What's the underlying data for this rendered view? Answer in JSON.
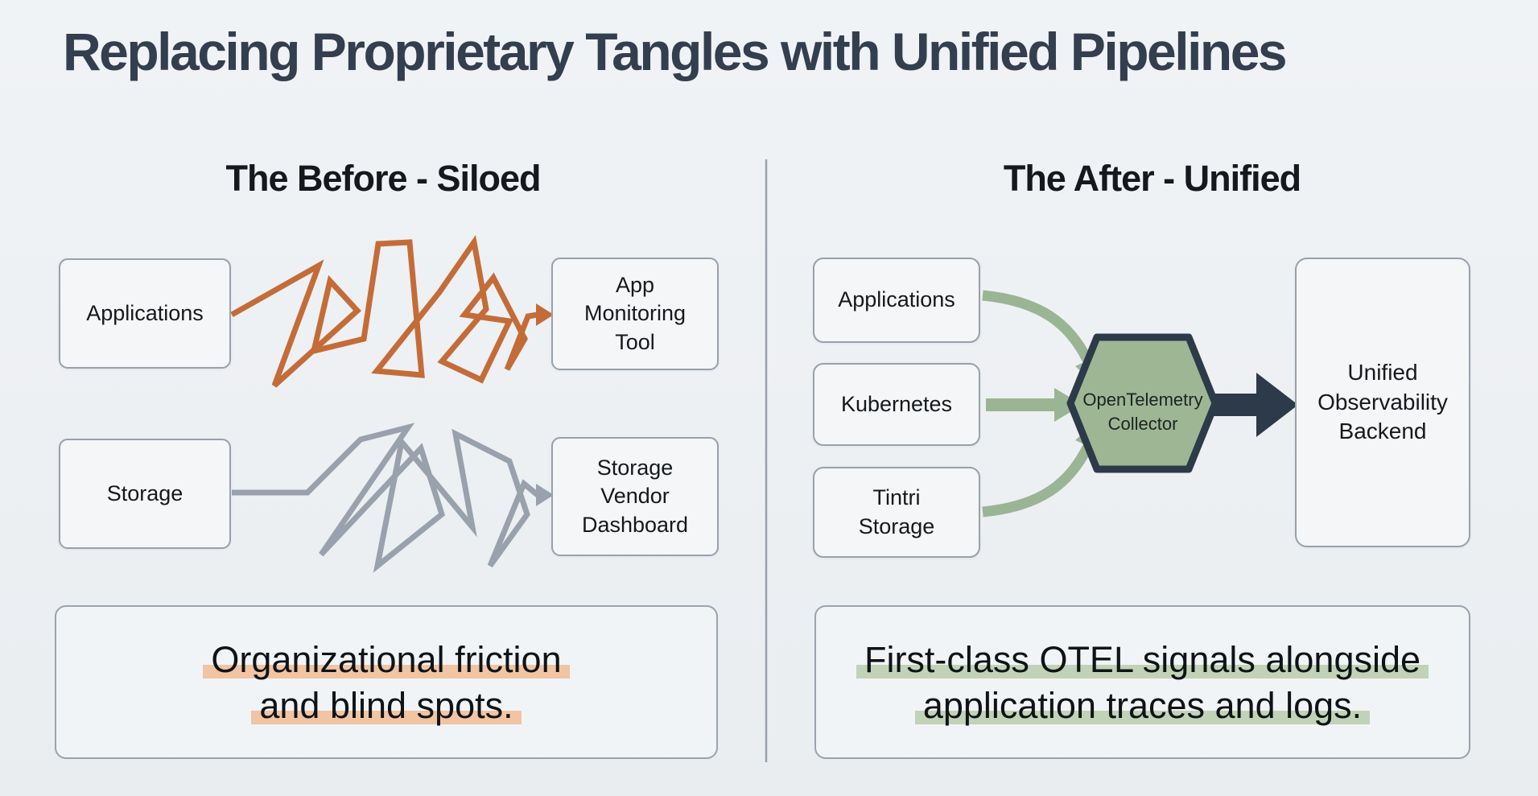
{
  "title": "Replacing Proprietary Tangles with Unified Pipelines",
  "before": {
    "heading": "The Before - Siloed",
    "nodes": {
      "applications": "Applications",
      "app_monitoring": "App\nMonitoring\nTool",
      "storage": "Storage",
      "storage_vendor": "Storage\nVendor\nDashboard"
    },
    "caption": {
      "line1": "Organizational friction",
      "line2": "and blind spots."
    },
    "colors": {
      "app_tangle": "#c46c38",
      "storage_tangle": "#99a1ac",
      "caption_highlight": "#f1c4a3"
    }
  },
  "after": {
    "heading": "The After - Unified",
    "nodes": {
      "applications": "Applications",
      "kubernetes": "Kubernetes",
      "tintri_storage": "Tintri\nStorage",
      "collector": "OpenTelemetry\nCollector",
      "backend": "Unified\nObservability\nBackend"
    },
    "caption": {
      "line1": "First-class OTEL signals alongside",
      "line2": "application traces and logs."
    },
    "colors": {
      "input_arrows": "#9ab593",
      "output_arrow": "#2d3a49",
      "collector_fill": "#9fb694",
      "collector_border": "#2d3a49",
      "caption_highlight": "#c1d3b7"
    }
  }
}
